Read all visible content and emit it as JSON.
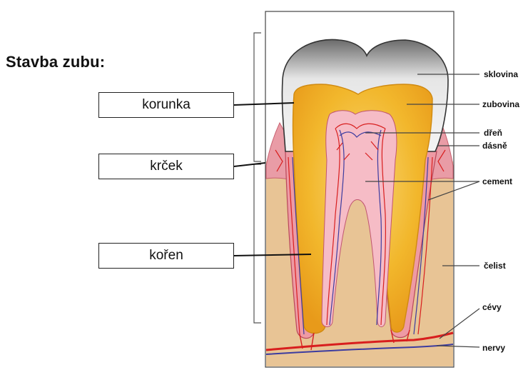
{
  "diagram": {
    "title": "Stavba zubu:",
    "parts": {
      "crown": "korunka",
      "neck": "krček",
      "root": "kořen"
    },
    "labels": {
      "enamel": "sklovina",
      "dentin": "zubovina",
      "pulp": "dřeň",
      "gums": "dásně",
      "cement": "cement",
      "jaw": "čelist",
      "vessels": "cévy",
      "nerves": "nervy"
    }
  },
  "colors": {
    "bone": "#e8c495",
    "gum": "#e8a0a8",
    "enamel": "#eeeeee",
    "dentin": "#f2b92c",
    "pulp": "#f6bcc6",
    "vessel_red": "#d81e1e",
    "nerve_blue": "#3c3ca0"
  }
}
